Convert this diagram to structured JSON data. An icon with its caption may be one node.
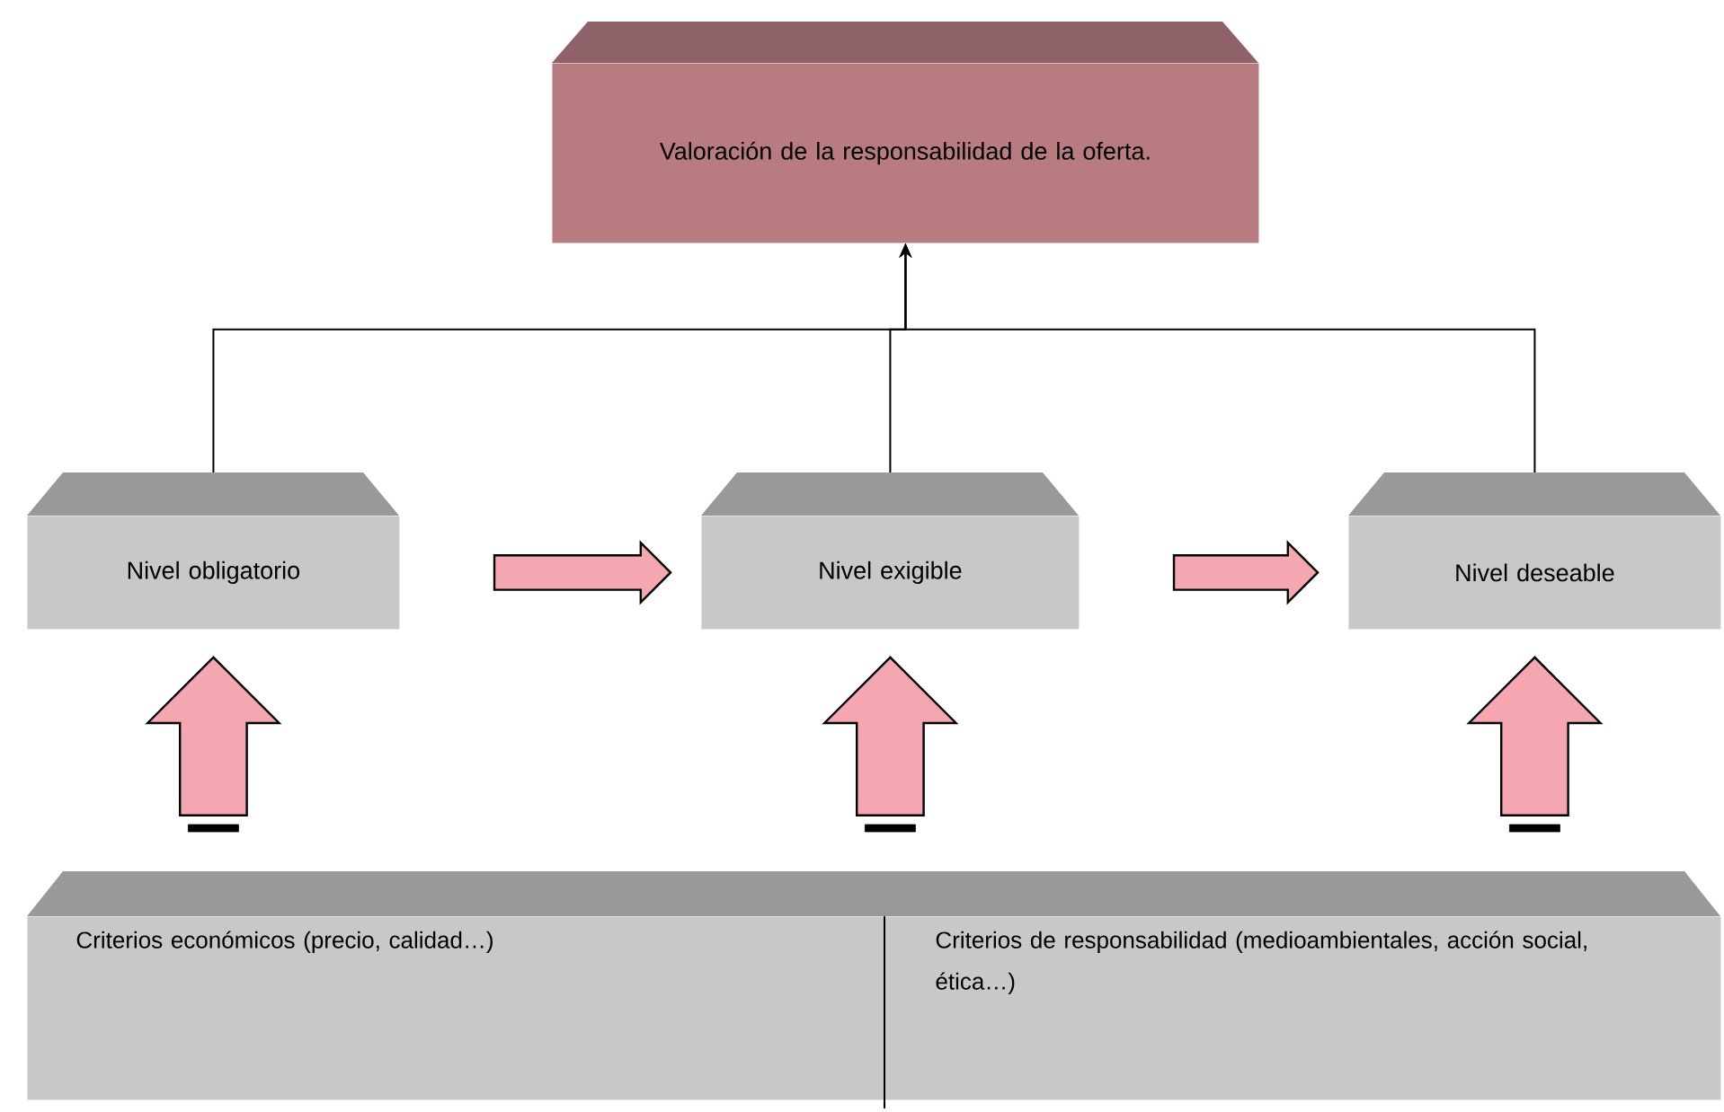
{
  "diagram": {
    "nodes": [
      {
        "text": [
          "Valoración de la responsabilidad de la oferta."
        ]
      },
      {
        "text": [
          "Nivel obligatorio"
        ]
      },
      {
        "text": [
          "Nivel exigible"
        ]
      },
      {
        "text": [
          "Nivel deseable"
        ]
      },
      {
        "text": [
          "Criterios económicos (precio, calidad…)",
          "Criterios de responsabilidad (medioambientales, acción social, ética…)"
        ]
      }
    ],
    "edges": [
      {
        "from": 1,
        "to": 0,
        "arrow": "to"
      },
      {
        "from": 2,
        "to": 0,
        "arrow": "to"
      },
      {
        "from": 3,
        "to": 0,
        "arrow": "to"
      },
      {
        "from": 1,
        "to": 2,
        "arrow": "to",
        "style": "thick",
        "color": "#f4a7b0"
      },
      {
        "from": 2,
        "to": 3,
        "arrow": "to",
        "style": "thick",
        "color": "#f4a7b0"
      },
      {
        "from": 4,
        "to": 1,
        "arrow": "to",
        "style": "thick",
        "color": "#f4a7b0"
      },
      {
        "from": 4,
        "to": 2,
        "arrow": "to",
        "style": "thick",
        "color": "#f4a7b0"
      },
      {
        "from": 4,
        "to": 3,
        "arrow": "to",
        "style": "thick",
        "color": "#f4a7b0"
      }
    ]
  }
}
